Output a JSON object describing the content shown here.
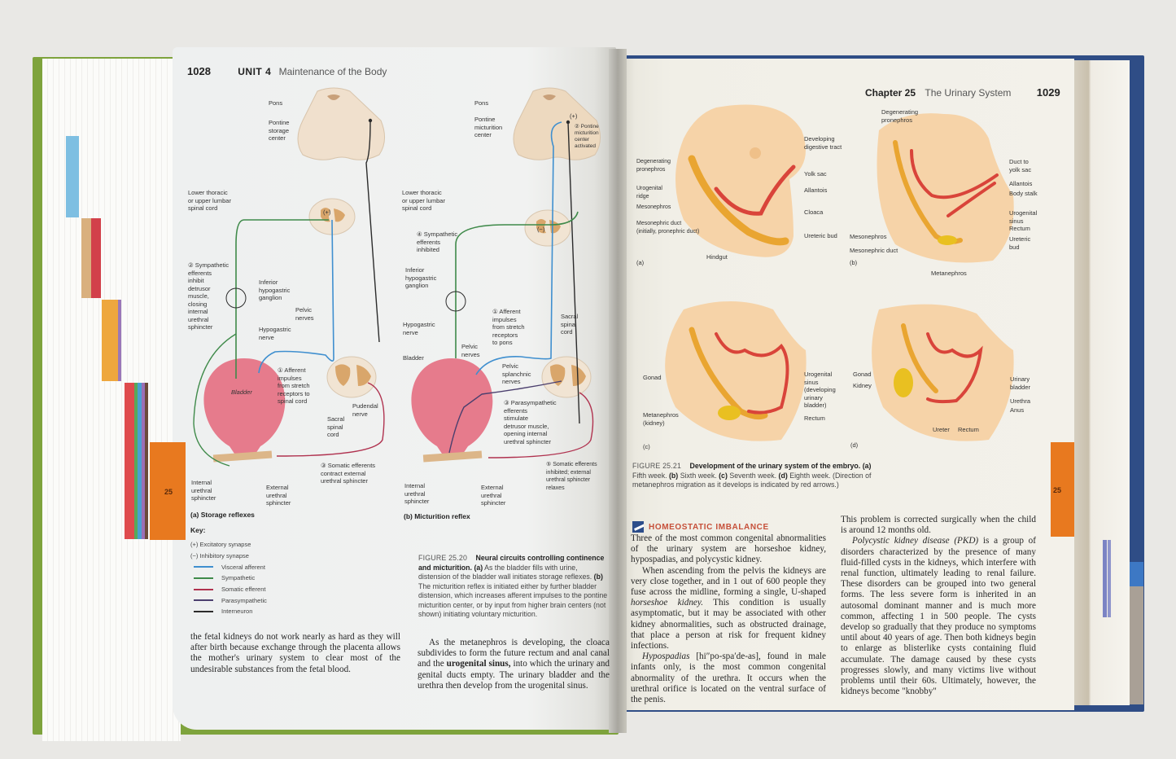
{
  "left_page": {
    "page_number": "1028",
    "unit_label": "UNIT 4",
    "unit_title": "Maintenance of the Body",
    "figure_25_20": {
      "panel_a": {
        "caption": "(a) Storage reflexes",
        "labels": {
          "pons": "Pons",
          "pontine_storage_center": "Pontine\nstorage\ncenter",
          "lower_thoracic": "Lower thoracic\nor upper lumbar\nspinal cord",
          "step2": "② Sympathetic\n    efferents\n    inhibit\n    detrusor\n    muscle,\n    closing\n    internal\n    urethral\n    sphincter",
          "inferior_hypogastric_ganglion": "Inferior\nhypogastric\nganglion",
          "pelvic_nerves": "Pelvic\nnerves",
          "hypogastric_nerve": "Hypogastric\nnerve",
          "step1": "① Afferent\n    impulses\n    from stretch\n    receptors to\n    spinal cord",
          "bladder": "Bladder",
          "pudendal_nerve": "Pudendal\nnerve",
          "sacral_spinal_cord": "Sacral\nspinal\ncord",
          "step3": "③ Somatic efferents\n    contract external\n    urethral sphincter",
          "internal_urethral_sphincter": "Internal\nurethral\nsphincter",
          "external_urethral_sphincter": "External\nurethral\nsphincter",
          "plus": "(+)"
        }
      },
      "panel_b": {
        "caption": "(b) Micturition reflex",
        "labels": {
          "pons": "Pons",
          "pontine_micturition_center": "Pontine\nmicturition\ncenter",
          "step2": "② Pontine\n    micturition\n    center\n    activated",
          "lower_thoracic": "Lower thoracic\nor upper lumbar\nspinal cord",
          "step4": "④ Sympathetic\n    efferents\n    inhibited",
          "inferior_hypogastric_ganglion": "Inferior\nhypogastric\nganglion",
          "step1": "① Afferent\n    impulses\n    from stretch\n    receptors\n    to pons",
          "sacral_spinal_cord": "Sacral\nspinal\ncord",
          "hypogastric_nerve": "Hypogastric\nnerve",
          "pelvic_nerves": "Pelvic\nnerves",
          "bladder": "Bladder",
          "pelvic_splanchnic_nerves": "Pelvic\nsplanchnic\nnerves",
          "step3": "③ Parasympathetic\n    efferents\n    stimulate\n    detrusor muscle,\n    opening internal\n    urethral sphincter",
          "step5": "⑤ Somatic efferents\n    inhibited; external\n    urethral sphincter\n    relaxes",
          "internal_urethral_sphincter": "Internal\nurethral\nsphincter",
          "external_urethral_sphincter": "External\nurethral\nsphincter",
          "plus": "(+)",
          "minus": "(−)"
        }
      },
      "key": {
        "title": "Key:",
        "excitatory": "(+) Excitatory synapse",
        "inhibitory": "(−) Inhibitory synapse",
        "items": [
          {
            "label": "Visceral afferent",
            "color": "#3f8fcf"
          },
          {
            "label": "Sympathetic",
            "color": "#3f8a4a"
          },
          {
            "label": "Somatic efferent",
            "color": "#b0324f"
          },
          {
            "label": "Parasympathetic",
            "color": "#4b3f6e"
          },
          {
            "label": "Interneuron",
            "color": "#2b2b2b"
          }
        ]
      },
      "caption": {
        "number": "FIGURE 25.20",
        "title": "Neural circuits controlling continence and micturition.",
        "part_a": "(a)",
        "text_a": "As the bladder fills with urine, distension of the bladder wall initiates storage reflexes.",
        "part_b": "(b)",
        "text_b": "The micturition reflex is initiated either by further bladder distension, which increases afferent impulses to the pontine micturition center, or by input from higher brain centers (not shown) initiating voluntary micturition."
      }
    },
    "body_col1": "the fetal kidneys do not work nearly as hard as they will after birth because exchange through the placenta allows the mother's urinary system to clear most of the undesirable substances from the fetal blood.",
    "body_col2": {
      "before": "As the metanephros is developing, the cloaca subdivides to form the future rectum and anal canal and the ",
      "term": "urogenital sinus,",
      "after": " into which the urinary and genital ducts empty. The urinary bladder and the urethra then develop from the urogenital sinus."
    },
    "thumb_tab": "25"
  },
  "right_page": {
    "page_number": "1029",
    "chapter_label": "Chapter 25",
    "chapter_title": "The Urinary System",
    "figure_25_21": {
      "panel_a": {
        "tag": "(a)",
        "labels": {
          "developing_digestive_tract": "Developing\ndigestive tract",
          "degenerating_pronephros": "Degenerating\npronephros",
          "yolk_sac": "Yolk sac",
          "urogenital_ridge": "Urogenital\nridge",
          "allantois": "Allantois",
          "mesonephros": "Mesonephros",
          "cloaca": "Cloaca",
          "mesonephric_duct": "Mesonephric duct\n(initially, pronephric duct)",
          "ureteric_bud": "Ureteric bud",
          "hindgut": "Hindgut"
        }
      },
      "panel_b": {
        "tag": "(b)",
        "labels": {
          "degenerating_pronephros": "Degenerating\npronephros",
          "duct_to_yolk_sac": "Duct to\nyolk sac",
          "allantois": "Allantois",
          "body_stalk": "Body stalk",
          "urogenital_sinus": "Urogenital\nsinus",
          "rectum": "Rectum",
          "mesonephros": "Mesonephros",
          "ureteric_bud": "Ureteric\nbud",
          "mesonephric_duct": "Mesonephric duct",
          "metanephros": "Metanephros"
        }
      },
      "panel_c": {
        "tag": "(c)",
        "labels": {
          "gonad": "Gonad",
          "urogenital_sinus": "Urogenital\nsinus\n(developing\nurinary\nbladder)",
          "metanephros": "Metanephros\n(kidney)",
          "rectum": "Rectum"
        }
      },
      "panel_d": {
        "tag": "(d)",
        "labels": {
          "gonad": "Gonad",
          "kidney": "Kidney",
          "urinary_bladder": "Urinary\nbladder",
          "urethra": "Urethra",
          "anus": "Anus",
          "ureter": "Ureter",
          "rectum": "Rectum"
        }
      },
      "caption": {
        "number": "FIGURE 25.21",
        "title": "Development of the urinary system of the embryo.",
        "a": "(a)",
        "a_text": "Fifth week.",
        "b": "(b)",
        "b_text": "Sixth week.",
        "c": "(c)",
        "c_text": "Seventh week.",
        "d": "(d)",
        "d_text": "Eighth week. (Direction of metanephros migration as it develops is indicated by red arrows.)"
      }
    },
    "homeostatic_imbalance": {
      "heading": "HOMEOSTATIC IMBALANCE",
      "p1": "Three of the most common congenital abnormalities of the urinary system are horseshoe kidney, hypospadias, and polycystic kidney.",
      "p2_before": "When ascending from the pelvis the kidneys are very close together, and in 1 out of 600 people they fuse across the midline, forming a single, U-shaped ",
      "p2_term": "horseshoe kidney.",
      "p2_after": " This condition is usually asymptomatic, but it may be associated with other kidney abnormalities, such as obstructed drainage, that place a person at risk for frequent kidney infections.",
      "p3_term": "Hypospadias",
      "p3_after": " [hi″po-spa′de-as], found in male infants only, is the most common congenital abnormality of the urethra. It occurs when the urethral orifice is located on the ventral surface of the penis."
    },
    "body_col2": {
      "p1": "This problem is corrected surgically when the child is around 12 months old.",
      "p2_term": "Polycystic kidney disease (PKD)",
      "p2_after": " is a group of disorders characterized by the presence of many fluid-filled cysts in the kidneys, which interfere with renal function, ultimately leading to renal failure. These disorders can be grouped into two general forms. The less severe form is inherited in an autosomal dominant manner and is much more common, affecting 1 in 500 people. The cysts develop so gradually that they produce no symptoms until about 40 years of age. Then both kidneys begin to enlarge as blisterlike cysts containing fluid accumulate. The damage caused by these cysts progresses slowly, and many victims live without problems until their 60s. Ultimately, however, the kidneys become \"knobby\""
    },
    "thumb_tab": "25"
  },
  "colors": {
    "left_cover": "#7ea33c",
    "right_cover": "#2f4d86",
    "chapter_tab": "#e8791f",
    "accent_heading": "#c6503a",
    "visceral_afferent": "#3f8fcf",
    "sympathetic": "#3f8a4a",
    "somatic_efferent": "#b0324f",
    "parasympathetic": "#4b3f6e",
    "interneuron": "#2b2b2b",
    "bladder": "#e67b8c",
    "embryo_tissue": "#f3c99a",
    "embryo_duct": "#d9443a",
    "mesonephros": "#e9a531"
  }
}
